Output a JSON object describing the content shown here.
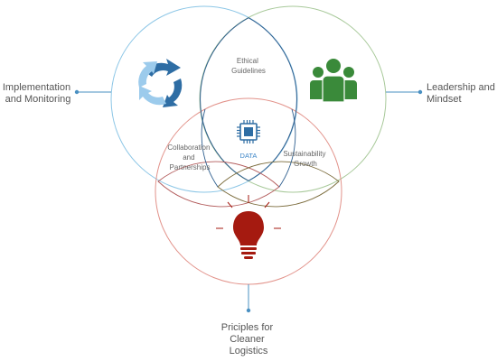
{
  "labels": {
    "left": [
      "Implementation",
      "and Monitoring"
    ],
    "right": [
      "Leadership and",
      "Mindset"
    ],
    "bottom": [
      "Priciples for",
      "Cleaner",
      "Logistics"
    ],
    "top_overlap": [
      "Ethical",
      "Guidelines"
    ],
    "left_overlap": [
      "Collaboration",
      "and",
      "Partnerships"
    ],
    "right_overlap": [
      "Sustainability",
      "Growth"
    ],
    "center": "DATA"
  },
  "icons": {
    "left_circle": "cycle-arrows-icon",
    "right_circle": "people-group-icon",
    "bottom_circle": "light-bulb-icon",
    "center": "chip-icon"
  },
  "colors": {
    "blue_circle": "#8cc6e6",
    "green_circle": "#a8c99a",
    "red_circle": "#e2928a",
    "lens_blue": "#2f5f8f",
    "lens_brown": "#7a6a3a",
    "lens_red": "#b25a5a",
    "people": "#3a8a3a",
    "bulb": "#a51a10",
    "cycle_dark": "#2e6da4",
    "cycle_light": "#9ccbec",
    "chip": "#2e6da4",
    "connector": "#4a90c2"
  }
}
